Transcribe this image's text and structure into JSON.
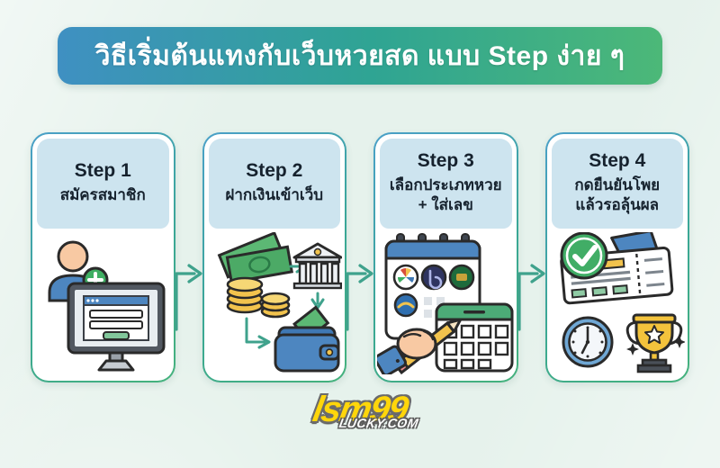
{
  "banner": {
    "title": "วิธีเริ่มต้นแทงกับเว็บหวยสด แบบ Step ง่าย ๆ"
  },
  "steps": [
    {
      "label": "Step 1",
      "line1": "สมัครสมาชิก",
      "icons": [
        "person-add-icon",
        "register-form-monitor-icon"
      ]
    },
    {
      "label": "Step 2",
      "line1": "ฝากเงินเข้าเว็บ",
      "icons": [
        "cash-coins-icon",
        "bank-icon",
        "wallet-icon"
      ]
    },
    {
      "label": "Step 3",
      "line1": "เลือกประเภทหวย",
      "line2": "+ ใส่เลข",
      "icons": [
        "lottery-calendar-icon",
        "hand-pencil-icon",
        "number-pad-icon"
      ]
    },
    {
      "label": "Step 4",
      "line1": "กดยืนยันโพย",
      "line2": "แล้วรอลุ้นผล",
      "icons": [
        "ticket-check-icon",
        "clock-icon",
        "trophy-icon"
      ]
    }
  ],
  "logo": {
    "brand": "lsm99",
    "suffix": "LUCKY.COM"
  },
  "colors": {
    "background": "#e6f2ec",
    "banner_blue": "#3f90c2",
    "banner_teal": "#2fa493",
    "banner_green": "#4cb878",
    "card_border_blue": "#4aa0c8",
    "card_border_green": "#45b27c",
    "card_header_bg": "#cde4ef",
    "text_dark": "#16222e",
    "arrow_teal": "#3fa28c",
    "logo_yellow": "#ffd60a",
    "logo_suffix_white": "#ffffff"
  }
}
